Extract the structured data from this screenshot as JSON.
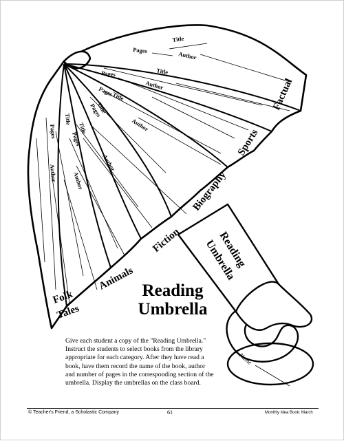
{
  "categories": {
    "factual": "Factual",
    "sports": "Sports",
    "biography": "Biography",
    "fiction": "Fiction",
    "animals": "Animals",
    "folk_line1": "Folk",
    "folk_line2": "Tales"
  },
  "fields": {
    "title": "Title",
    "pages": "Pages",
    "author": "Author",
    "name": "Name"
  },
  "handle": {
    "line1": "Reading",
    "line2": "Umbrella"
  },
  "heading": {
    "line1": "Reading",
    "line2": "Umbrella"
  },
  "instructions": "Give each student a copy of the \"Reading Umbrella.\" Instruct the students to select books from the library appropriate for each category. After they have read a book, have them record the name of the book, author and number of pages in the corresponding section of the umbrella. Display the umbrellas on the class board.",
  "footer": {
    "left": "© Teacher's Friend, a Scholastic Company",
    "page_number": "61",
    "right": "Monthly Idea Book: March"
  }
}
